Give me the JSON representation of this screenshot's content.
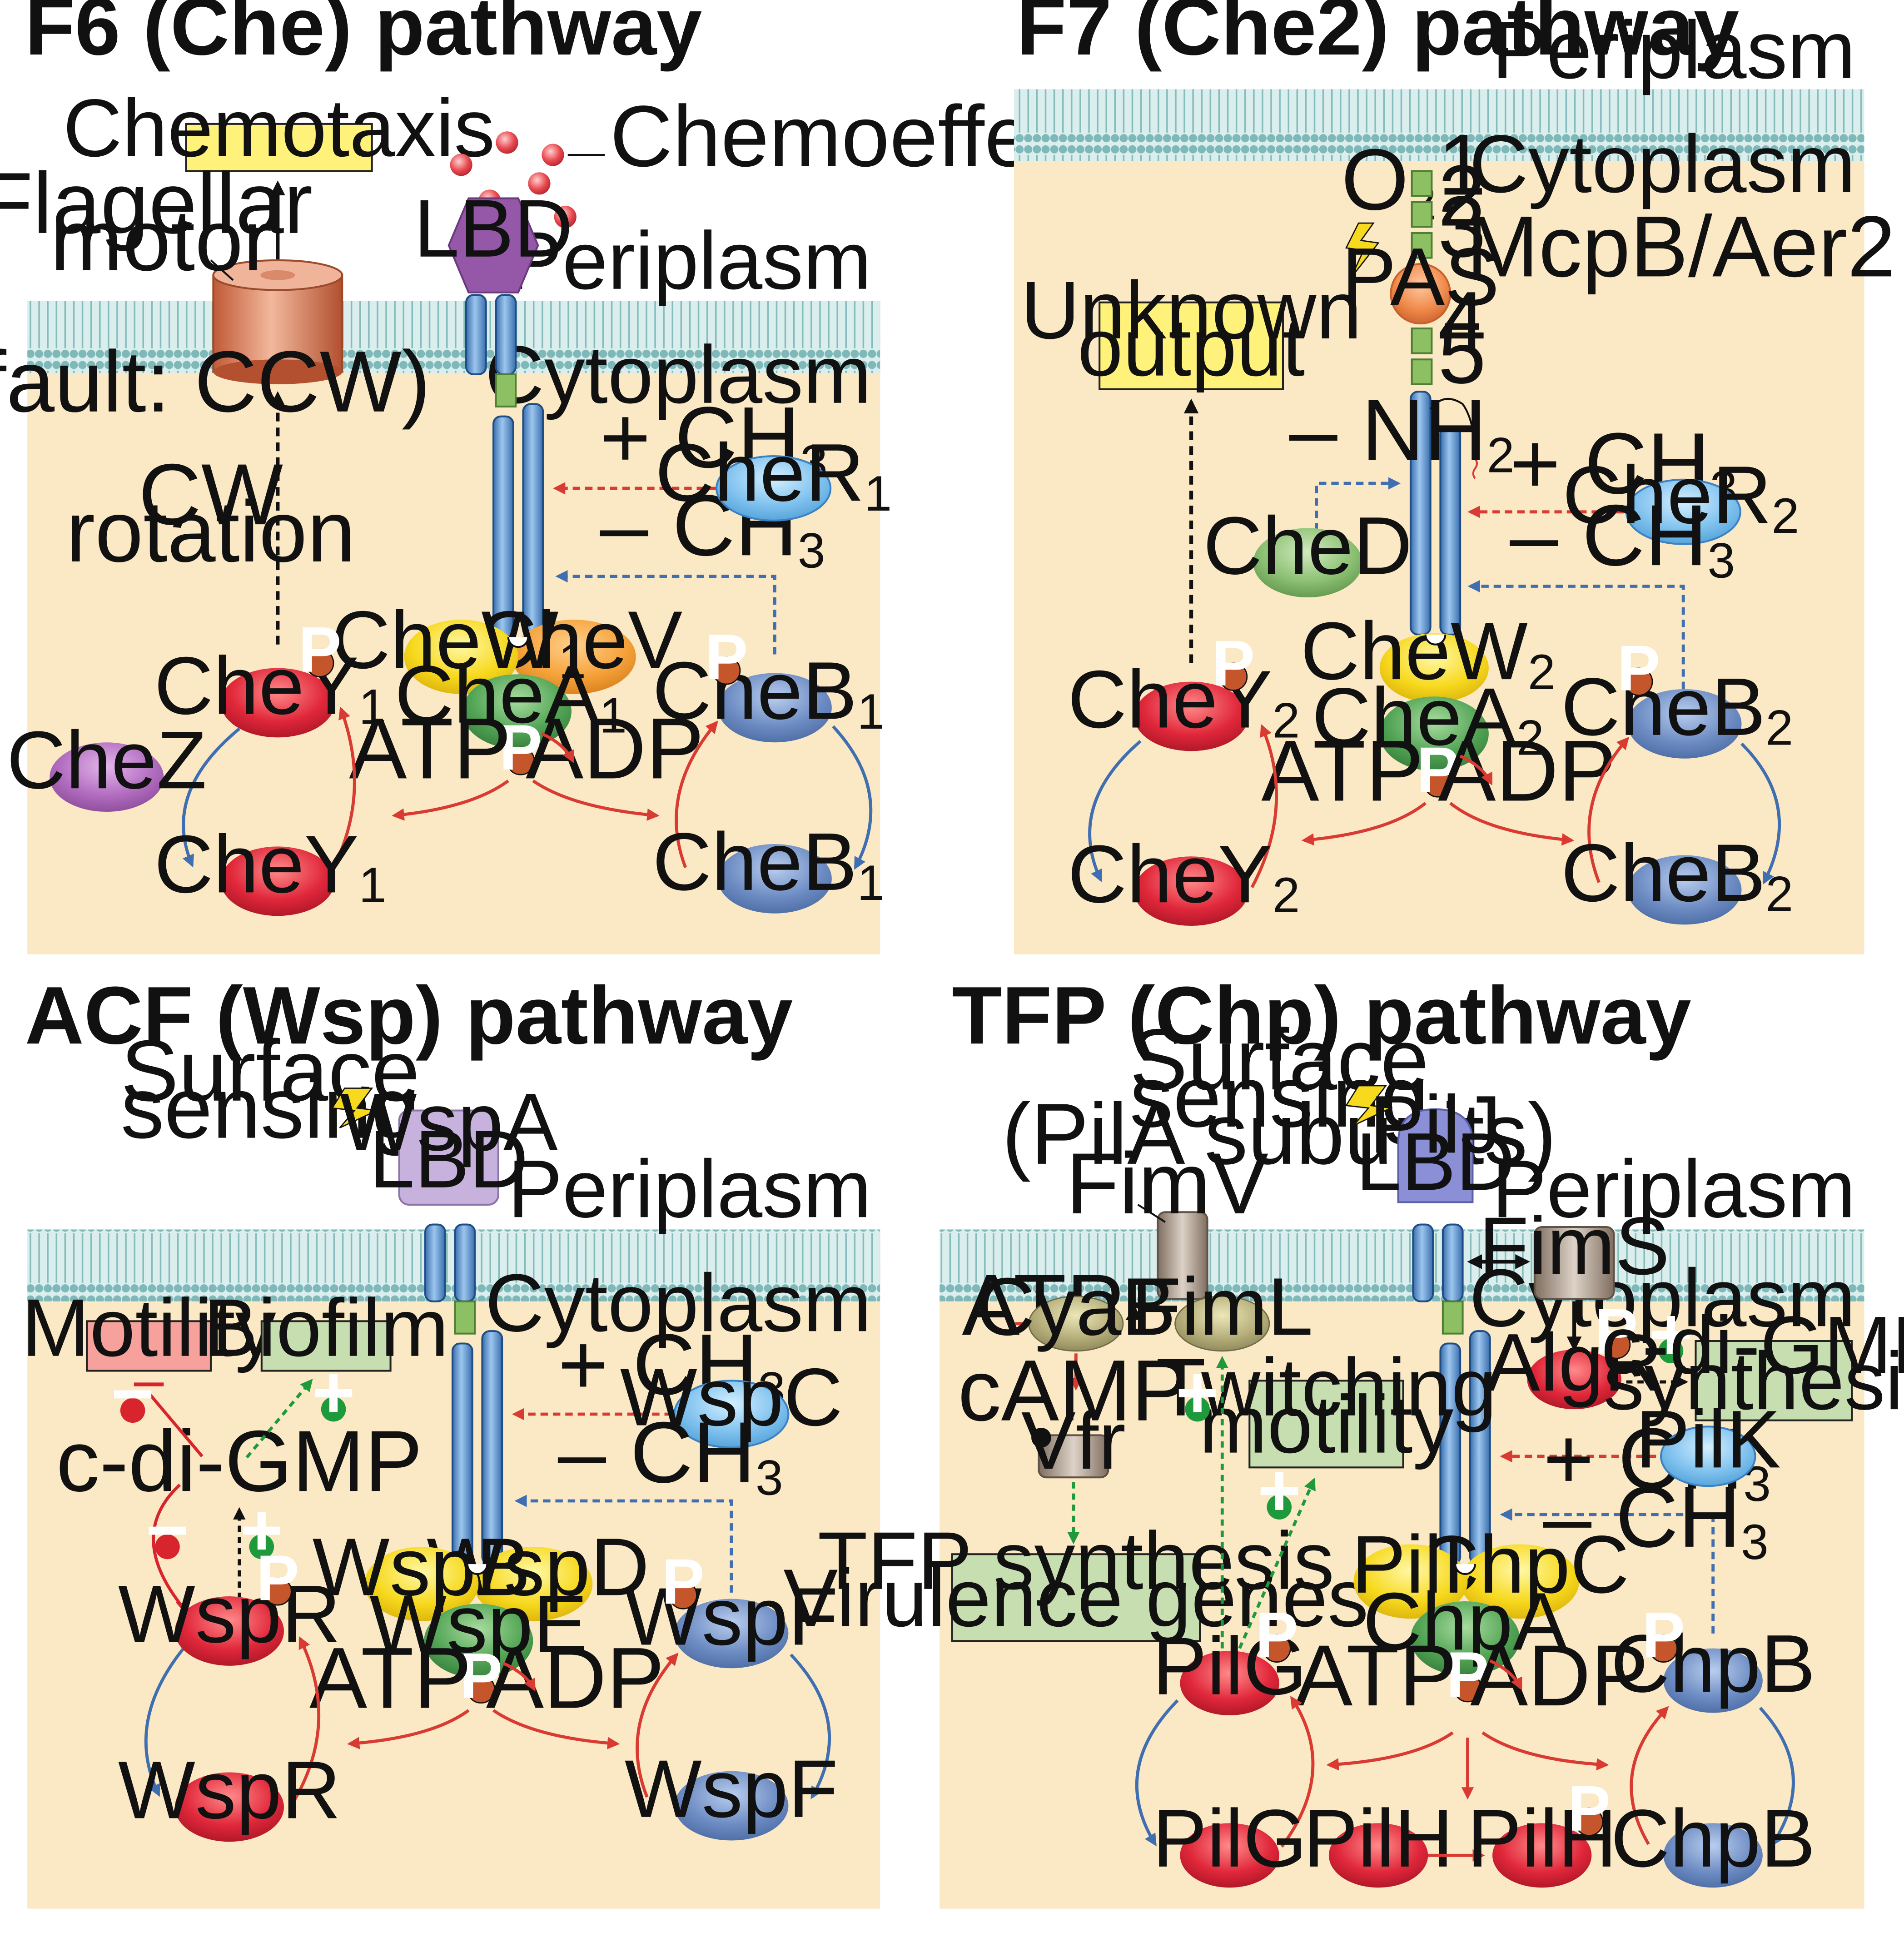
{
  "colors": {
    "cytoplasm": "#fbe8c4",
    "membrane": "#a8d6d6",
    "receptor": "#5d93cc",
    "linker": "#8dc063",
    "red_protein": "#e0273a",
    "blue_protein": "#6d8cc3",
    "light_blue_protein": "#7fc1ee",
    "green_protein": "#52a455",
    "yellow_protein": "#f7d91d",
    "orange_protein": "#f6a23a",
    "purple_protein": "#b16cbf",
    "phosphate": "#c5552a",
    "output_yellow": "#fff27a",
    "output_green": "#c7dfb0",
    "output_pink": "#f6a19b",
    "methyl_add_arrow": "#d93a32",
    "methyl_remove_arrow": "#3f6eb1",
    "activation_arrow": "#1e9a3d",
    "inhibition": "#d8252d"
  },
  "common": {
    "periplasm": "Periplasm",
    "cytoplasm": "Cytoplasm",
    "atp": "ATP",
    "adp": "ADP",
    "p": "P",
    "plus_ch3": "+ CH",
    "minus_ch3": "– CH",
    "ch3_sub": "3",
    "plus_sign": "+",
    "minus_sign": "−"
  },
  "f6": {
    "title": "F6 (Che) pathway",
    "output": "Chemotaxis",
    "flagellar_motor": [
      "Flagellar",
      "motor"
    ],
    "default": "(Default: CCW)",
    "cw_rotation": [
      "CW",
      "rotation"
    ],
    "chemoeffectors": "Chemoeffectors",
    "lbd": "LBD",
    "chew": "CheW",
    "chew_sub": "1",
    "chev": "CheV",
    "chea": "CheA",
    "chea_sub": "1",
    "cher": "CheR",
    "cher_sub": "1",
    "cheb": "CheB",
    "cheb_sub": "1",
    "chey": "CheY",
    "chey_sub": "1",
    "chez": "CheZ"
  },
  "f7": {
    "title": "F7 (Che2) pathway",
    "output": [
      "Unknown",
      "output"
    ],
    "o2": "O",
    "o2_sub": "2",
    "pas": "PAS",
    "receptor_name": "McpB/Aer2",
    "domains": [
      "1",
      "2",
      "3",
      "4",
      "5"
    ],
    "nh2": "– NH",
    "nh2_sub": "2",
    "ched": "CheD",
    "chew": "CheW",
    "chew_sub": "2",
    "chea": "CheA",
    "chea_sub": "2",
    "cher": "CheR",
    "cher_sub": "2",
    "cheb": "CheB",
    "cheb_sub": "2",
    "chey": "CheY",
    "chey_sub": "2"
  },
  "acf": {
    "title": "ACF (Wsp) pathway",
    "sensing": [
      "Surface",
      "sensing"
    ],
    "receptor": [
      "WspA",
      "LBD"
    ],
    "motility": "Motility",
    "biofilm": "Biofilm",
    "cdigmp": "c-di-GMP",
    "wspb": "WspB",
    "wspd": "WspD",
    "wspe": "WspE",
    "wspc": "WspC",
    "wspf": "WspF",
    "wspr": "WspR"
  },
  "tfp": {
    "title": "TFP (Chp) pathway",
    "sensing": [
      "Surface",
      "sensing",
      "(PilA subunits)"
    ],
    "receptor": [
      "PilJ",
      "LBD"
    ],
    "fimv": "FimV",
    "fims": "FimS",
    "atp_cyab": "ATP",
    "cyab": "CyaB",
    "fiml": "FimL",
    "camp": "cAMP",
    "vfr": "Vfr",
    "tfp_output": [
      "TFP synthesis",
      "Virulence genes"
    ],
    "twitching": [
      "Twitching",
      "motility"
    ],
    "algr": "AlgR",
    "cdigmp_synthesis": [
      "c-di-GMP",
      "synthesis"
    ],
    "pilk": "PilK",
    "pili": "PilI",
    "chpc": "ChpC",
    "chpa": "ChpA",
    "pilg": "PilG",
    "pilh": "PilH",
    "chpb": "ChpB"
  }
}
